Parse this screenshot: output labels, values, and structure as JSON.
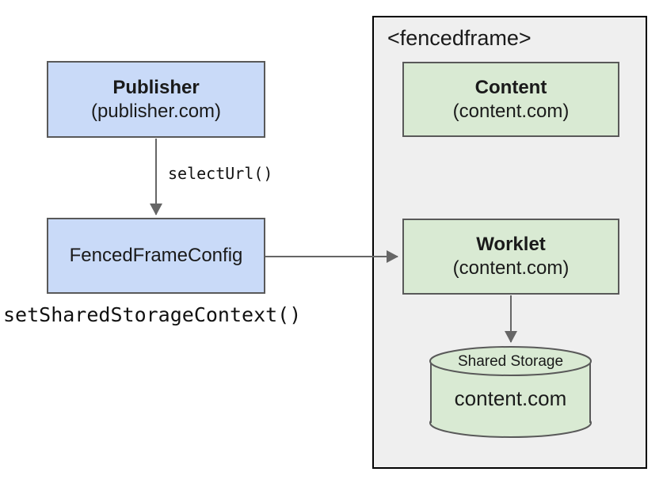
{
  "diagram": {
    "nodes": {
      "publisher": {
        "title": "Publisher",
        "subtitle": "(publisher.com)"
      },
      "fenced_frame_config": {
        "title": "FencedFrameConfig"
      },
      "content": {
        "title": "Content",
        "subtitle": "(content.com)"
      },
      "worklet": {
        "title": "Worklet",
        "subtitle": "(content.com)"
      },
      "shared_storage": {
        "label": "Shared Storage",
        "origin": "content.com"
      }
    },
    "container": {
      "label": "<fencedframe>"
    },
    "connections": [
      {
        "from": "publisher",
        "to": "fenced_frame_config",
        "label": "selectUrl()"
      },
      {
        "from": "fenced_frame_config",
        "to": "worklet",
        "label": "setSharedStorageContext()"
      },
      {
        "from": "worklet",
        "to": "shared_storage",
        "label": ""
      }
    ],
    "colors": {
      "publisher_box_fill": "#c9daf8",
      "content_box_fill": "#d9ead3",
      "fencedframe_bg": "#efefef",
      "box_border": "#595959",
      "container_border": "#000000",
      "arrow": "#666666",
      "text": "#1a1a1a"
    }
  }
}
